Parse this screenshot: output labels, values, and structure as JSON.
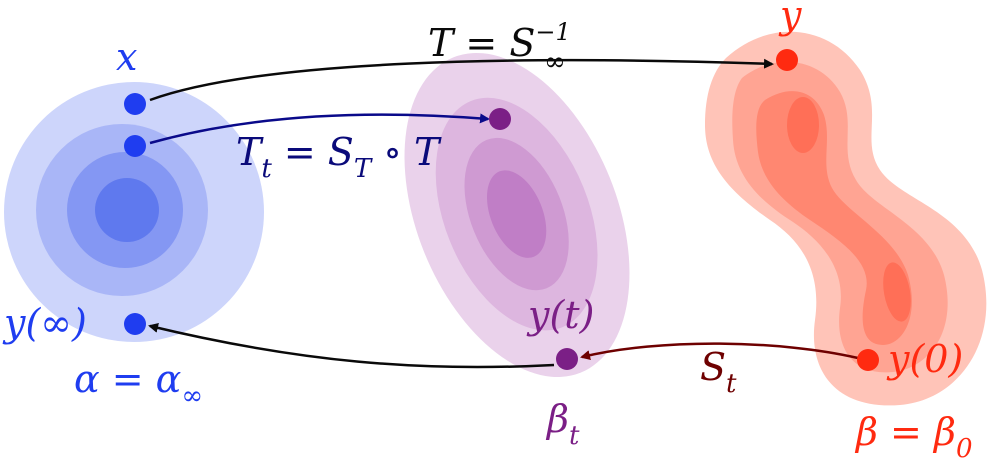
{
  "colors": {
    "source_blue": "#1f3df0",
    "source_blob_outer": "#cdd5fb",
    "source_blob_mid": "#a9b6f7",
    "source_blob_inner": "#8497f3",
    "source_blob_core": "#5f79ee",
    "middle_purple": "#7b1f86",
    "middle_blob_outer": "#ead2eb",
    "middle_blob_mid": "#ddb6df",
    "middle_blob_inner": "#cf9ad2",
    "middle_blob_core": "#c07ec6",
    "target_red": "#ff2a10",
    "target_blob_outer": "#ffc4b8",
    "target_blob_mid": "#ffa493",
    "target_blob_inner": "#ff8771",
    "target_blob_core": "#ff6f57",
    "arrow_black": "#0a0a0a",
    "arrow_navy": "#0a0a8a",
    "arrow_darkred": "#6e0000",
    "label_navy": "#0a0a7a",
    "label_darkred": "#6e0000"
  },
  "labels": {
    "x": "x",
    "y": "y",
    "y_inf": "y(∞)",
    "y_t": "y(t)",
    "y_0": "y(0)",
    "alpha": "α = α",
    "alpha_sub": "∞",
    "beta_t": "β",
    "beta_t_sub": "t",
    "beta0": "β = β",
    "beta0_sub": "0",
    "T_main": "T = S",
    "T_sup": "−1",
    "T_sub": "∞",
    "Tt_main": "T",
    "Tt_sub": "t",
    "Tt_eq": " = S",
    "Tt_sub2": "T",
    "Tt_rest": " ∘ T",
    "St_main": "S",
    "St_sub": "t"
  }
}
